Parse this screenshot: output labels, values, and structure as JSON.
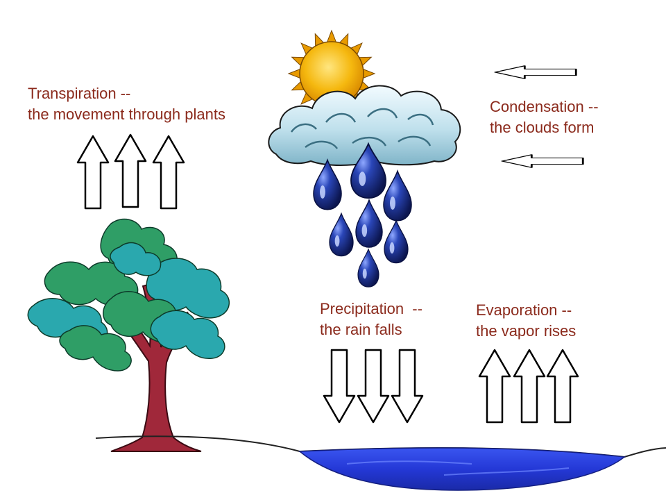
{
  "labels": {
    "transpiration": {
      "line1": "Transpiration --",
      "line2": "the movement through plants"
    },
    "condensation": {
      "line1": "Condensation --",
      "line2": "the clouds form"
    },
    "precipitation": {
      "line1": "Precipitation  --",
      "line2": "the rain falls"
    },
    "evaporation": {
      "line1": "Evaporation --",
      "line2": "the vapor rises"
    }
  },
  "colors": {
    "label_text": "#8b2a1c",
    "sun": "#f5b80f",
    "sun_rays": "#e89a00",
    "cloud": "#bfe0ec",
    "raindrop": "#1b2f86",
    "tree_leaves_green": "#2f9e66",
    "tree_leaves_teal": "#2aa8ae",
    "tree_trunk": "#a0283a",
    "water": "#2438d6"
  }
}
